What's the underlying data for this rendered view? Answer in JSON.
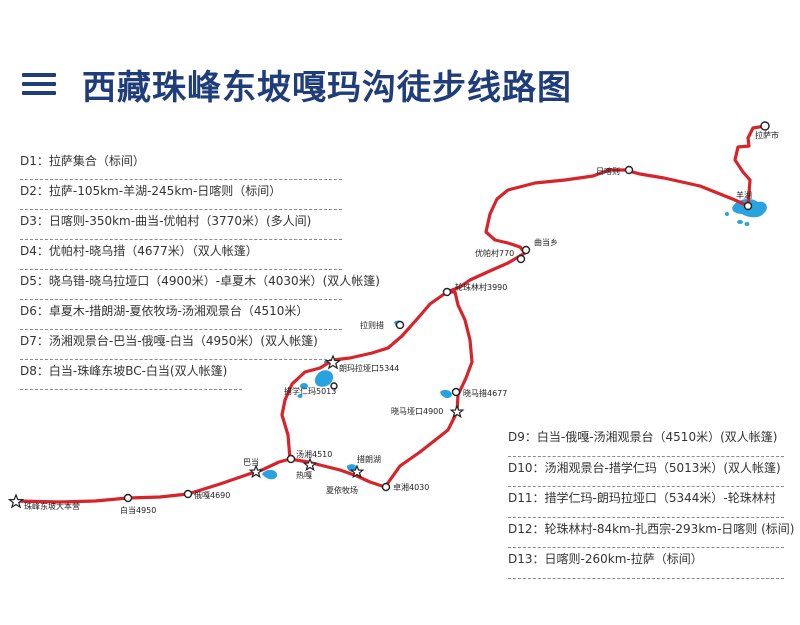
{
  "header": {
    "title": "西藏珠峰东坡嘎玛沟徒步线路图",
    "menu_icon": "hamburger-menu-icon"
  },
  "itinerary_left": [
    "D1：拉萨集合（标间）",
    "D2：拉萨-105km-羊湖-245km-日喀则（标间）",
    "D3：日喀则-350km-曲当-优帕村（3770米）(多人间)",
    "D4：优帕村-晓乌措（4677米）（双人帐篷）",
    "D5：晓乌错-晓乌拉垭口（4900米）-卓夏木（4030米）(双人帐篷)",
    "D6：卓夏木-措朗湖-夏依牧场-汤湘观景台（4510米）",
    "D7：汤湘观景台-巴当-俄嘎-白当（4950米）(双人帐篷)",
    "D8：白当-珠峰东坡BC-白当(双人帐篷)"
  ],
  "itinerary_right": [
    "D9：白当-俄嘎-汤湘观景台（4510米）(双人帐篷)",
    "D10：汤湘观景台-措学仁玛（5013米）(双人帐篷)",
    "D11：措学仁玛-朗玛拉垭口（5344米）-轮珠林村",
    "D12：轮珠林村-84km-扎西宗-293km-日喀则 (标间)",
    "D13：日喀则-260km-拉萨（标间）"
  ],
  "map": {
    "route_color": "#d8232a",
    "lake_color": "#29a3e0",
    "places": {
      "lhasa": "拉萨市",
      "shigatse": "日喀则",
      "yamdrok": "羊湖",
      "qudang": "曲当乡",
      "youpa": "优帕村770",
      "lunzhu": "轮珠林村3990",
      "lazecuo": "拉则措",
      "langmala": "朗玛拉垭口5344",
      "cuoxue": "措学仁玛5013",
      "xiaoma": "晓马措4677",
      "xiaomapass": "晓马垭口4900",
      "tangxiang": "汤湘4510",
      "badang": "巴当",
      "rega": "热嘎",
      "cuolanghu": "措朗湖",
      "xiayi": "夏依牧场",
      "zhuoxiang": "卓湘4030",
      "ega": "俄嘎4690",
      "baidang": "白当4950",
      "everest_bc": "珠峰东坡大本营"
    }
  }
}
